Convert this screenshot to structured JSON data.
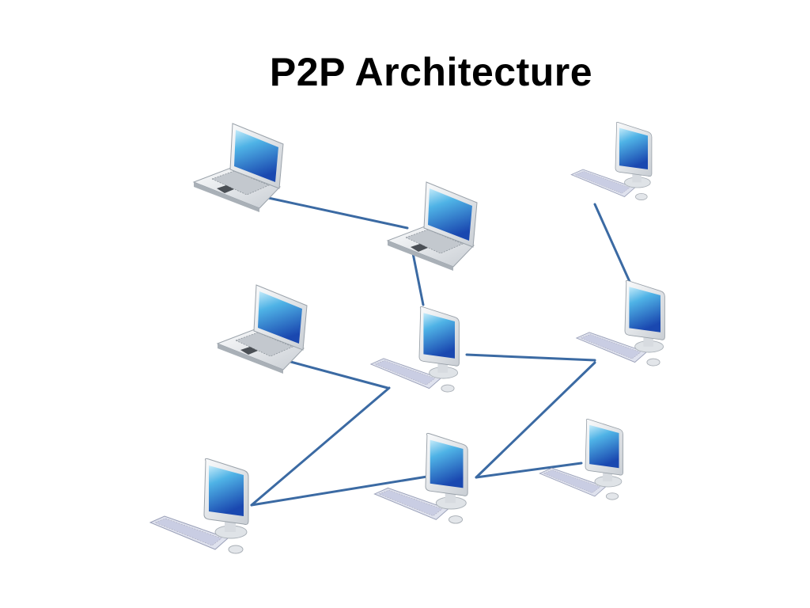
{
  "title": "P2P Architecture",
  "colors": {
    "link": "#3b6aa3",
    "screen_top": "#bfe6f7",
    "screen_bottom": "#1a4fb5",
    "casing": "#e9ecef"
  },
  "nodes": [
    {
      "id": "laptop-1",
      "type": "laptop"
    },
    {
      "id": "laptop-2",
      "type": "laptop"
    },
    {
      "id": "laptop-3",
      "type": "laptop"
    },
    {
      "id": "desktop-1",
      "type": "desktop"
    },
    {
      "id": "desktop-2",
      "type": "desktop"
    },
    {
      "id": "desktop-3",
      "type": "desktop"
    },
    {
      "id": "desktop-4",
      "type": "desktop"
    },
    {
      "id": "desktop-5",
      "type": "desktop"
    },
    {
      "id": "desktop-6",
      "type": "desktop"
    }
  ],
  "edges": [
    [
      "laptop-1",
      "laptop-2"
    ],
    [
      "laptop-2",
      "desktop-2"
    ],
    [
      "desktop-1",
      "desktop-3"
    ],
    [
      "laptop-3",
      "desktop-2"
    ],
    [
      "desktop-2",
      "desktop-3"
    ],
    [
      "desktop-2",
      "desktop-4"
    ],
    [
      "desktop-3",
      "desktop-5"
    ],
    [
      "desktop-4",
      "desktop-5"
    ],
    [
      "desktop-5",
      "desktop-6"
    ]
  ]
}
